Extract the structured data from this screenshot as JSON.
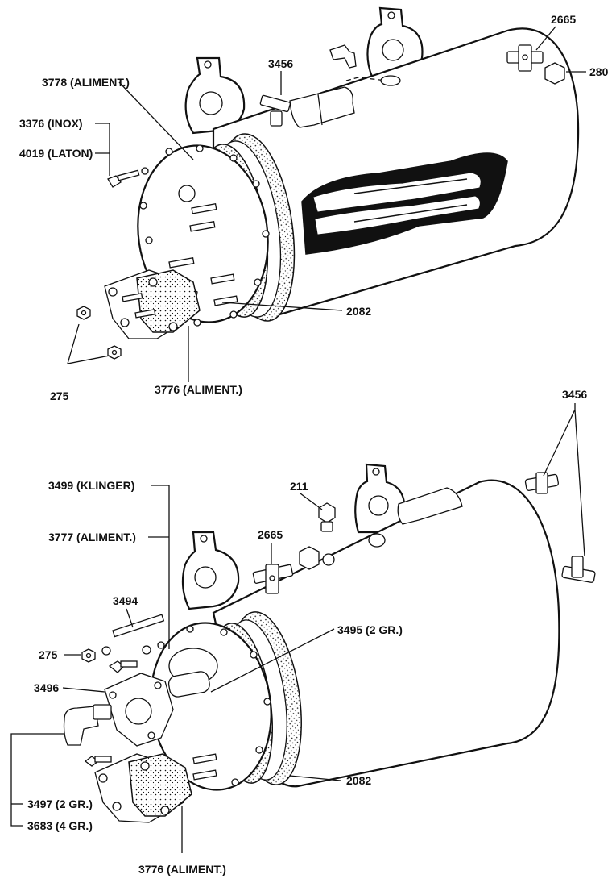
{
  "labels": {
    "top": {
      "p3778": "3778 (ALIMENT.)",
      "p3376": "3376 (INOX)",
      "p4019": "4019 (LATON)",
      "p3456": "3456",
      "p2665": "2665",
      "p280": "280",
      "p2082": "2082",
      "p275": "275",
      "p3776": "3776 (ALIMENT.)"
    },
    "bottom": {
      "p3456": "3456",
      "p3499": "3499 (KLINGER)",
      "p3777": "3777 (ALIMENT.)",
      "p211": "211",
      "p2665": "2665",
      "p3494": "3494",
      "p275": "275",
      "p3495": "3495 (2 GR.)",
      "p3496": "3496",
      "p2082": "2082",
      "p3497": "3497 (2 GR.)",
      "p3683": "3683 (4 GR.)",
      "p3776": "3776 (ALIMENT.)"
    }
  }
}
